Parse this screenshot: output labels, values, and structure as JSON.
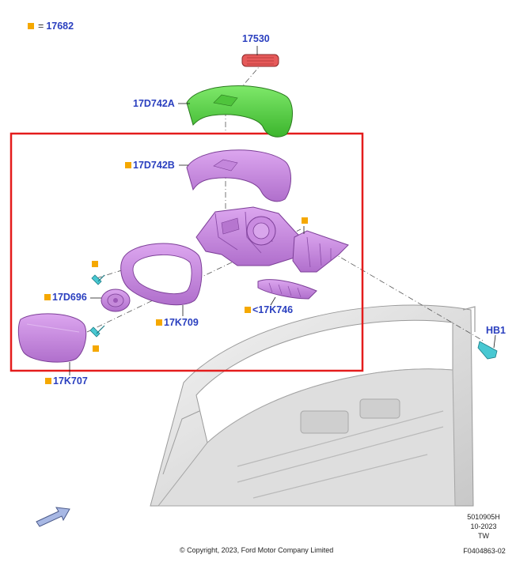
{
  "legend": {
    "marker_color": "#f5a800",
    "equals": "=",
    "part": "17682"
  },
  "callouts": {
    "p17530": "17530",
    "p17D742A": "17D742A",
    "p17D742B": "17D742B",
    "p17D696": "17D696",
    "p17K709": "17K709",
    "p17K746": "<17K746",
    "p17K707": "17K707",
    "pHB1": "HB1"
  },
  "meta": {
    "code1": "5010905H",
    "date": "10-2023",
    "region": "TW",
    "code2": "F0404863-02"
  },
  "copyright": "© Copyright, 2023, Ford Motor Company Limited",
  "colors": {
    "callout_text": "#2a3fbf",
    "cover_green": "#5dd84a",
    "mirror_purple": "#c98be0",
    "highlight_box": "#e41c1c",
    "reflector_red": "#e65a5a",
    "clip_cyan": "#48c8d2",
    "door_gray": "#d9d9d9"
  },
  "icons": {
    "direction_arrow": "front-direction-arrow-icon"
  }
}
